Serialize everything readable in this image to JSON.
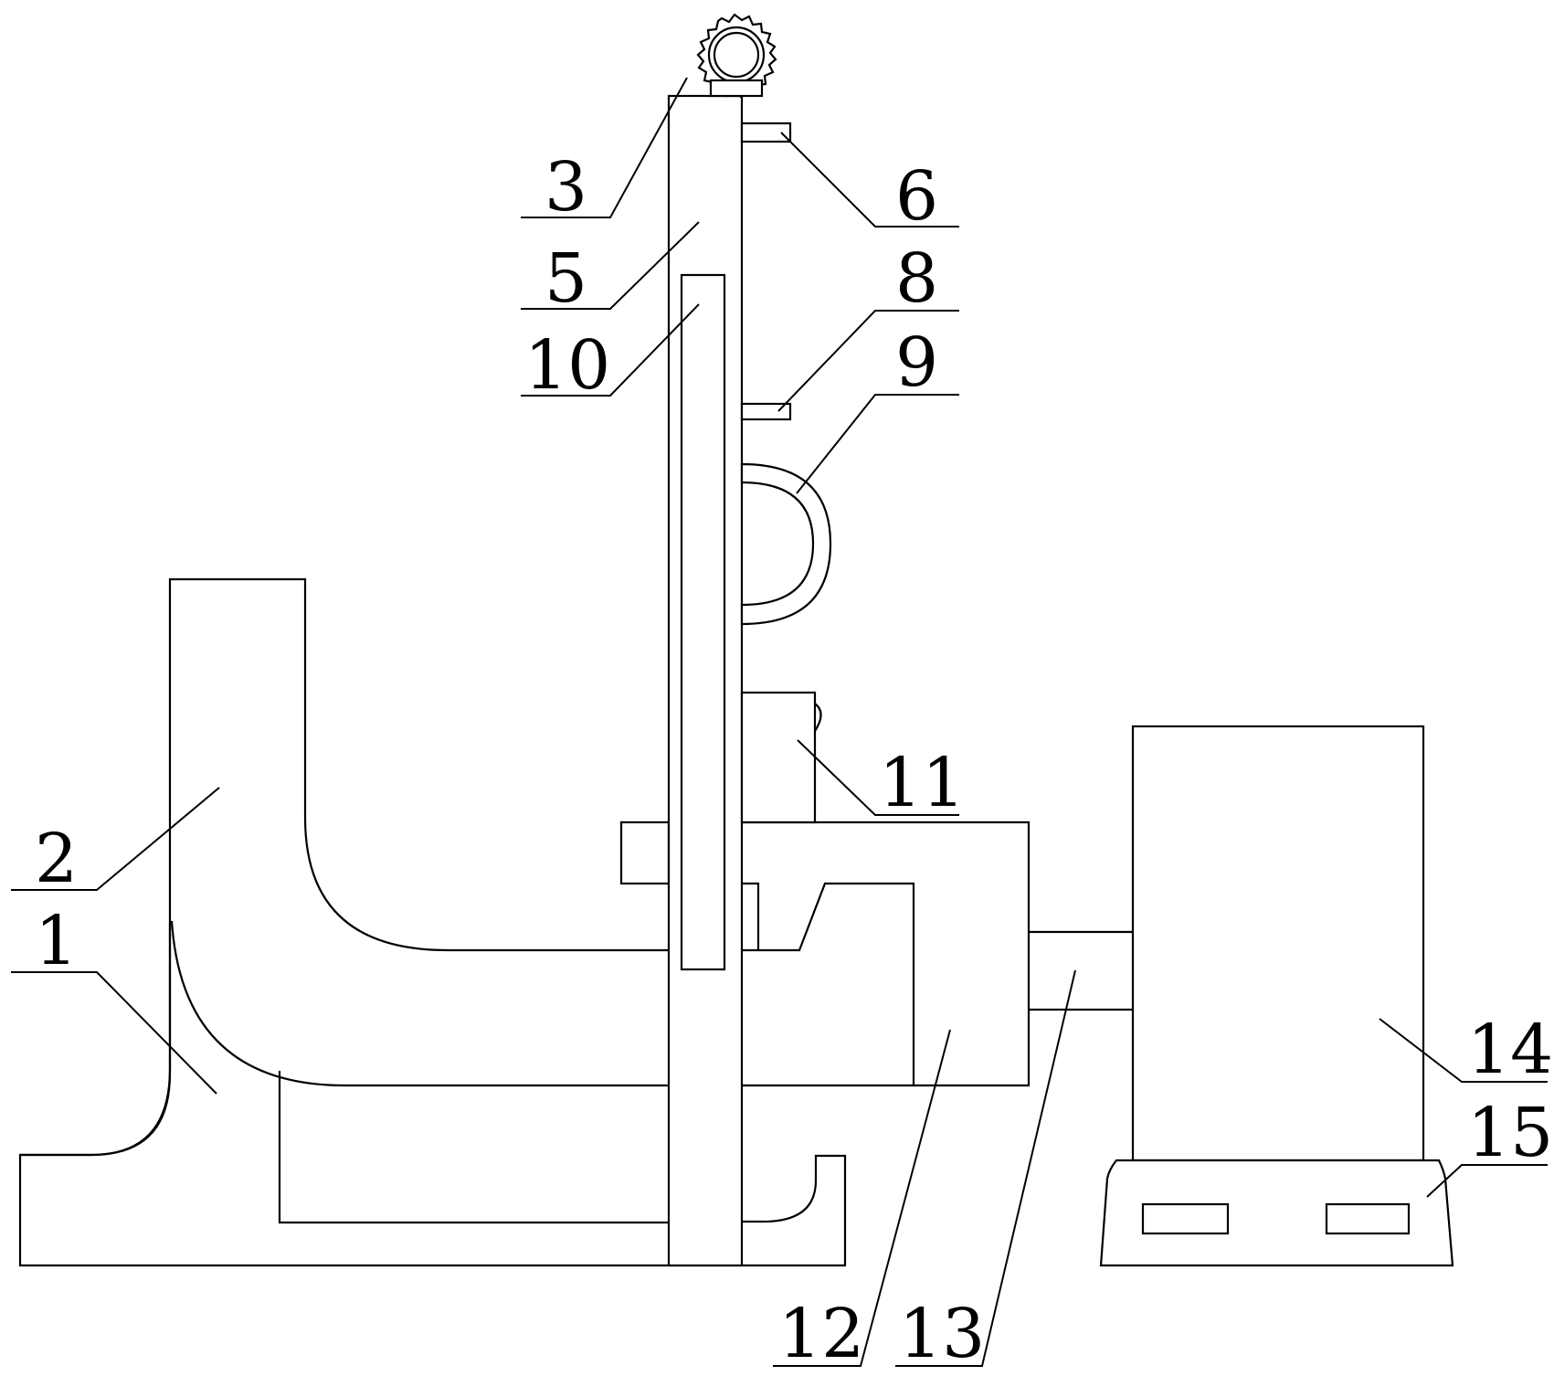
{
  "labels": {
    "l1": "1",
    "l2": "2",
    "l3": "3",
    "l5": "5",
    "l6": "6",
    "l8": "8",
    "l9": "9",
    "l10": "10",
    "l11": "11",
    "l12": "12",
    "l13": "13",
    "l14": "14",
    "l15": "15"
  },
  "colors": {
    "stroke": "#000000",
    "background": "#ffffff"
  }
}
